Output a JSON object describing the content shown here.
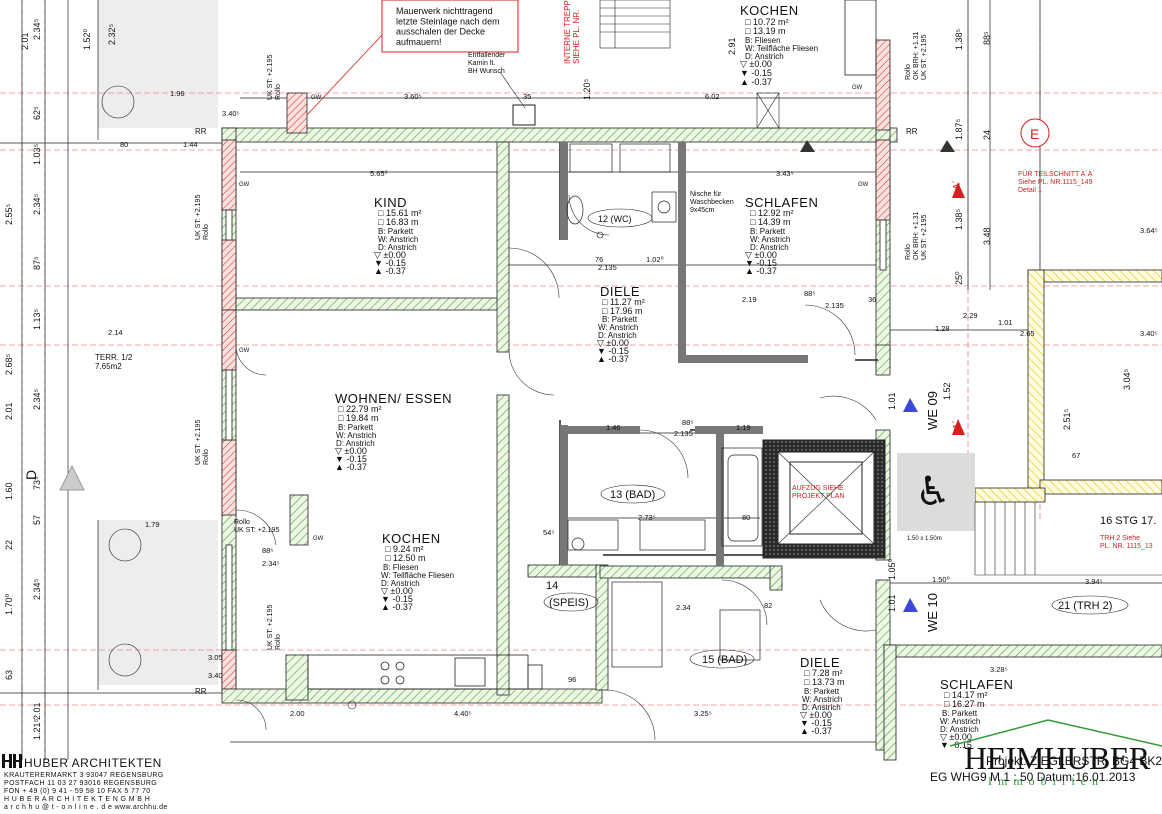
{
  "notes": {
    "masonry": "Mauerwerk nichttragend\nletzte Steinlage nach dem\nausschalen der Decke\naufmauern!",
    "chimney": "Entfallender\nKamin lt.\nBH Wunsch",
    "niche": "Nische für\nWaschbecken\n9x45cm",
    "stairs_internal": "INTERNE TREPPE\nSIEHE PL. NR.",
    "section_ref": "FÜR TEILSCHNITT A´A´\nSiehe PL. NR.1115_149\nDetail 1",
    "elevator": "AUFZUG SIEHE\nPROJEKT PLAN",
    "trh2_ref": "TRH 2 Siehe\nPL. NR. 1115_13"
  },
  "rooms": [
    {
      "id": "kochen-top",
      "name": "KOCHEN",
      "area": "10.72 m²",
      "perimeter": "13.19 m",
      "finish": [
        "B: Fliesen",
        "W: Teilfläche Fliesen",
        "D: Anstrich"
      ],
      "levels": [
        "±0.00",
        "-0.15",
        "-0.37"
      ]
    },
    {
      "id": "kind",
      "name": "KIND",
      "area": "15.61 m²",
      "perimeter": "16.83 m",
      "finish": [
        "B: Parkett",
        "W: Anstrich",
        "D: Anstrich"
      ],
      "levels": [
        "±0.00",
        "-0.15",
        "-0.37"
      ]
    },
    {
      "id": "schlafen-top",
      "name": "SCHLAFEN",
      "area": "12.92 m²",
      "perimeter": "14.39 m",
      "finish": [
        "B: Parkett",
        "W: Anstrich",
        "D: Anstrich"
      ],
      "levels": [
        "±0.00",
        "-0.15",
        "-0.37"
      ]
    },
    {
      "id": "diele-top",
      "name": "DIELE",
      "area": "11.27 m²",
      "perimeter": "17.96 m",
      "finish": [
        "B: Parkett",
        "W: Anstrich",
        "D: Anstrich"
      ],
      "levels": [
        "±0.00",
        "-0.15",
        "-0.37"
      ]
    },
    {
      "id": "wohnen",
      "name": "WOHNEN/ ESSEN",
      "area": "22.79 m²",
      "perimeter": "19.84 m",
      "finish": [
        "B: Parkett",
        "W: Anstrich",
        "D: Anstrich"
      ],
      "levels": [
        "±0.00",
        "-0.15",
        "-0.37"
      ]
    },
    {
      "id": "kochen-bottom",
      "name": "KOCHEN",
      "area": "9.24 m²",
      "perimeter": "12.50 m",
      "finish": [
        "B: Fliesen",
        "W: Teilfläche Fliesen",
        "D: Anstrich"
      ],
      "levels": [
        "±0.00",
        "-0.15",
        "-0.37"
      ]
    },
    {
      "id": "diele-bottom",
      "name": "DIELE",
      "area": "7.28 m²",
      "perimeter": "13.73 m",
      "finish": [
        "B: Parkett",
        "W: Anstrich",
        "D: Anstrich"
      ],
      "levels": [
        "±0.00",
        "-0.15",
        "-0.37"
      ]
    },
    {
      "id": "schlafen-bottom",
      "name": "SCHLAFEN",
      "area": "14.17 m²",
      "perimeter": "16.27 m",
      "finish": [
        "B: Parkett",
        "W: Anstrich",
        "D: Anstrich"
      ],
      "levels": [
        "±0.00",
        "-0.15"
      ]
    }
  ],
  "labels": {
    "wc": "12 (WC)",
    "bad13": "13 (BAD)",
    "speis_num": "14",
    "speis": "(SPEIS)",
    "bad15": "15 (BAD)",
    "trh2": "21 (TRH 2)",
    "stg": "16 STG 17.",
    "we09": "WE 09",
    "we10": "WE 10",
    "terr": "TERR. 1/2\n7.65m2",
    "grid_d": "D",
    "grid_e": "E",
    "section_a": "A´",
    "rollo1": "UK ST: +2.195\nRollo",
    "rollo2": "Rollo\nUK ST: +2.195",
    "brh": "Rollo\nOK BRH: +1.31\nUK ST: +2.195",
    "gw": "GW",
    "rr": "RR",
    "lift_dims": "1.50 x 1.50m"
  },
  "dims_h": [
    "1.96",
    "3.40⁵",
    "3.60⁵",
    "35",
    "6.02",
    "80",
    "1.44",
    "5.65⁰",
    "3.43⁵",
    "2.14",
    "76",
    "1.02⁰",
    "2.135",
    "88⁵",
    "2.19",
    "2.135",
    "36",
    "1.46",
    "88⁵",
    "1.19",
    "2.135",
    "2.73⁵",
    "80",
    "54⁵",
    "2.34",
    "82",
    "1.79",
    "2.34⁵",
    "88⁵",
    "3.05",
    "3.40",
    "96",
    "2.00",
    "4.40⁵",
    "3.25⁵",
    "1.28",
    "2.29",
    "1.01",
    "2.65",
    "3.40⁵",
    "3.64⁵",
    "67",
    "1.50⁰",
    "3.94⁵",
    "3.28⁵"
  ],
  "dims_v": [
    "2.01",
    "2.34⁵",
    "1.52⁰",
    "2.32⁵",
    "62⁵",
    "1.03⁵",
    "2.55⁵",
    "2.34⁵",
    "87⁵",
    "1.13⁵",
    "2.68⁵",
    "2.01",
    "2.34⁵",
    "1.60",
    "73⁵",
    "57",
    "22",
    "1.70⁰",
    "2.34⁵",
    "63",
    "2.01",
    "1.21⁵",
    "1.38⁵",
    "88⁵",
    "1.87⁵",
    "24",
    "1.38⁵",
    "3.48",
    "25⁰",
    "1.52",
    "1.01",
    "1.05⁰",
    "1.01",
    "3.04⁵",
    "2.51⁵",
    "1.20⁵",
    "2.91"
  ],
  "footer_left": {
    "brand": "HUBER ARCHITEKTEN",
    "lines": [
      "KRAUTERERMARKT 3    93047 REGENSBURG",
      "POSTFACH 11 03 27    93016 REGENSBURG",
      "FON  + 49 (0) 9 41 - 59 58 10   FAX  5 77 70",
      "H U B E R    A R C H I T E K T E N    G M B H",
      "a r c h h u @ t - o n l i n e . d e    www.archhu.de"
    ]
  },
  "footer_right": {
    "brand": "HEIMHUBER",
    "sub": "Immobilien",
    "project": "Projekt: ZIEGLERSTR.  BG4 BK2",
    "sheet": "EG WHG9    M 1 : 50  Datum:16.01.2013"
  },
  "colors": {
    "wall_green": "#4aa63a",
    "wall_red": "#d9342b",
    "hatch_yellow": "#e9d400",
    "wall_fill": "#e8f3dd",
    "red_text": "#d81e1e",
    "dim_red": "#e05050",
    "arrow_blue": "#3d47d9"
  }
}
